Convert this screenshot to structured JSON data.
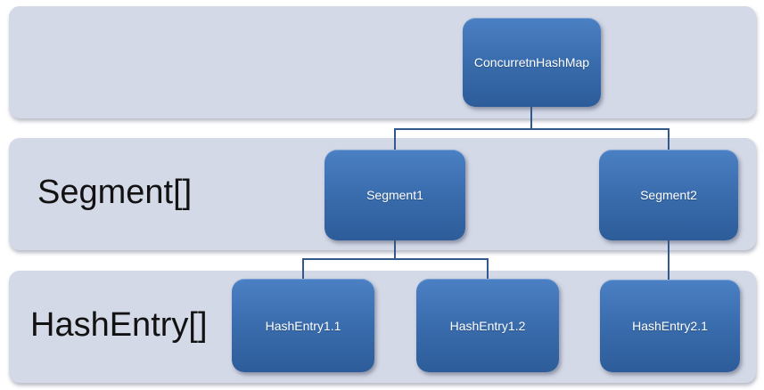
{
  "colors": {
    "page_background": "#ffffff",
    "band_background": "#d4d9e7",
    "node_fill_top": "#4b80c4",
    "node_fill_bottom": "#2d5c99",
    "connector": "#31598c",
    "band_label_text": "#121212",
    "node_label_text": "#ffffff"
  },
  "rows": [
    {
      "nodes": [
        {
          "label": "ConcurretnHashMap"
        }
      ]
    },
    {
      "label": "Segment[]",
      "nodes": [
        {
          "label": "Segment1"
        },
        {
          "label": "Segment2"
        }
      ]
    },
    {
      "label": "HashEntry[]",
      "nodes": [
        {
          "label": "HashEntry1.1"
        },
        {
          "label": "HashEntry1.2"
        },
        {
          "label": "HashEntry2.1"
        }
      ]
    }
  ]
}
